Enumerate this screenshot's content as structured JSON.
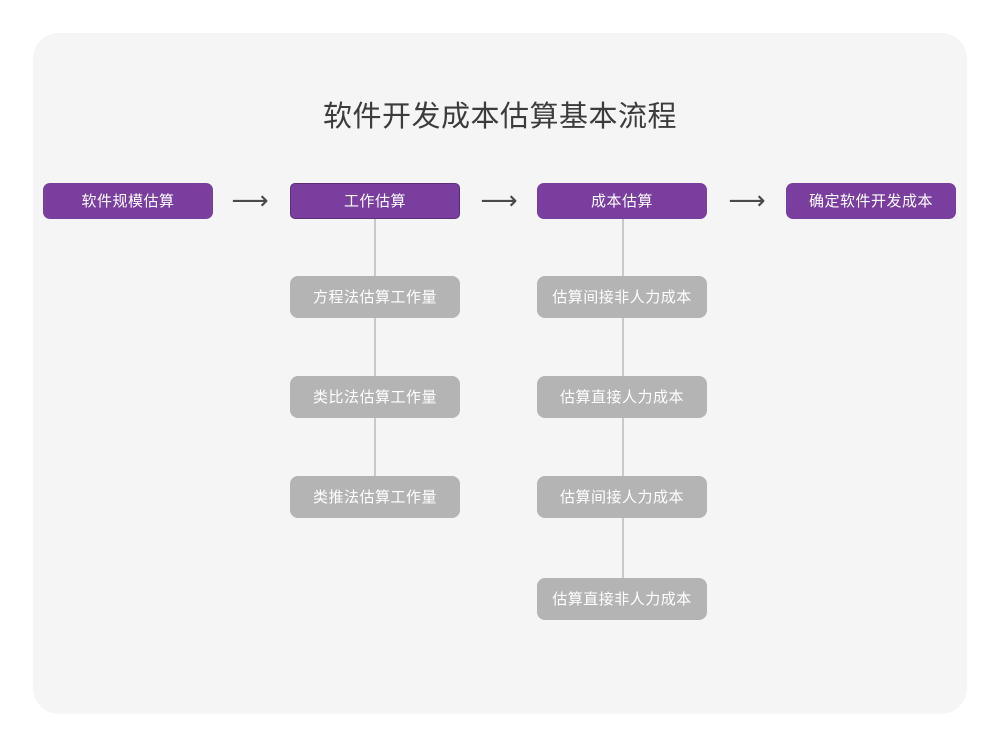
{
  "page": {
    "background": "#ffffff",
    "card_background": "#f5f5f5"
  },
  "title": "软件开发成本估算基本流程",
  "colors": {
    "stage_fill": "#7a3e9e",
    "stage_outline": "#5d2f7a",
    "sub_fill": "#b4b4b4",
    "connector": "#c9c9c9",
    "title_text": "#3c3c3c",
    "node_text": "#ffffff",
    "arrow": "#4a4a4a"
  },
  "arrows": {
    "glyph": "⟶",
    "label": "flows-to"
  },
  "stages": [
    {
      "label": "软件规模估算",
      "outlined": false
    },
    {
      "label": "工作估算",
      "outlined": true
    },
    {
      "label": "成本估算",
      "outlined": false
    },
    {
      "label": "确定软件开发成本",
      "outlined": false
    }
  ],
  "branches": {
    "work_estimation": [
      "方程法估算工作量",
      "类比法估算工作量",
      "类推法估算工作量"
    ],
    "cost_estimation": [
      "估算间接非人力成本",
      "估算直接人力成本",
      "估算间接人力成本",
      "估算直接非人力成本"
    ]
  },
  "chart_data": {
    "type": "diagram",
    "title": "软件开发成本估算基本流程",
    "orientation": "left-to-right with vertical sub-branches",
    "nodes": [
      {
        "id": "s1",
        "label": "软件规模估算",
        "level": "stage",
        "column": 1
      },
      {
        "id": "s2",
        "label": "工作估算",
        "level": "stage",
        "column": 2
      },
      {
        "id": "s3",
        "label": "成本估算",
        "level": "stage",
        "column": 3
      },
      {
        "id": "s4",
        "label": "确定软件开发成本",
        "level": "stage",
        "column": 4
      },
      {
        "id": "b1",
        "label": "方程法估算工作量",
        "level": "sub",
        "parent": "s2"
      },
      {
        "id": "b2",
        "label": "类比法估算工作量",
        "level": "sub",
        "parent": "s2"
      },
      {
        "id": "b3",
        "label": "类推法估算工作量",
        "level": "sub",
        "parent": "s2"
      },
      {
        "id": "c1",
        "label": "估算间接非人力成本",
        "level": "sub",
        "parent": "s3"
      },
      {
        "id": "c2",
        "label": "估算直接人力成本",
        "level": "sub",
        "parent": "s3"
      },
      {
        "id": "c3",
        "label": "估算间接人力成本",
        "level": "sub",
        "parent": "s3"
      },
      {
        "id": "c4",
        "label": "估算直接非人力成本",
        "level": "sub",
        "parent": "s3"
      }
    ],
    "edges": [
      {
        "from": "s1",
        "to": "s2",
        "style": "arrow"
      },
      {
        "from": "s2",
        "to": "s3",
        "style": "arrow"
      },
      {
        "from": "s3",
        "to": "s4",
        "style": "arrow"
      },
      {
        "from": "s2",
        "to": "b1",
        "style": "line"
      },
      {
        "from": "b1",
        "to": "b2",
        "style": "line"
      },
      {
        "from": "b2",
        "to": "b3",
        "style": "line"
      },
      {
        "from": "s3",
        "to": "c1",
        "style": "line"
      },
      {
        "from": "c1",
        "to": "c2",
        "style": "line"
      },
      {
        "from": "c2",
        "to": "c3",
        "style": "line"
      },
      {
        "from": "c3",
        "to": "c4",
        "style": "line"
      }
    ]
  }
}
